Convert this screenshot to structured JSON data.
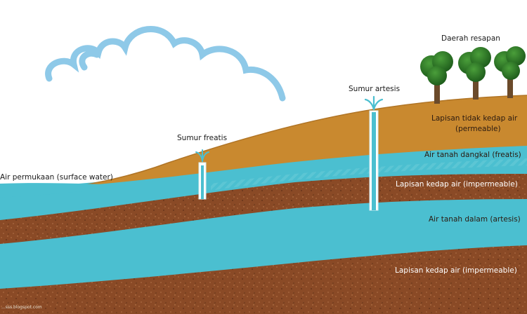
{
  "labels": {
    "daerah_resapan": "Daerah resapan",
    "sumur_artesis": "Sumur artesis",
    "sumur_freatis": "Sumur freatis",
    "air_permukaan": "Air permukaan (surface water)",
    "lapisan_tidak_kedap_1": "Lapisan tidak kedap air",
    "lapisan_tidak_kedap_2": "(permeable)",
    "air_tanah_dangkal": "Air tanah dangkal (freatis)",
    "lapisan_kedap_1": "Lapisan kedap air (impermeable)",
    "air_tanah_dalam": "Air tanah dalam (artesis)",
    "lapisan_kedap_2": "Lapisan kedap air (impermeable)",
    "credit": "...sss.blogspot.com"
  },
  "colors": {
    "sky": "#ffffff",
    "cloud_stroke": "#8ec9e8",
    "permeable_soil": "#c9892f",
    "water": "#4bbfd0",
    "impermeable_soil": "#8a4a26",
    "tree_leaves": "#2e7d2a",
    "tree_trunk": "#6b4a2a"
  },
  "icons": [
    "cloud-icon",
    "tree-icon",
    "well-icon",
    "water-spray-icon"
  ]
}
